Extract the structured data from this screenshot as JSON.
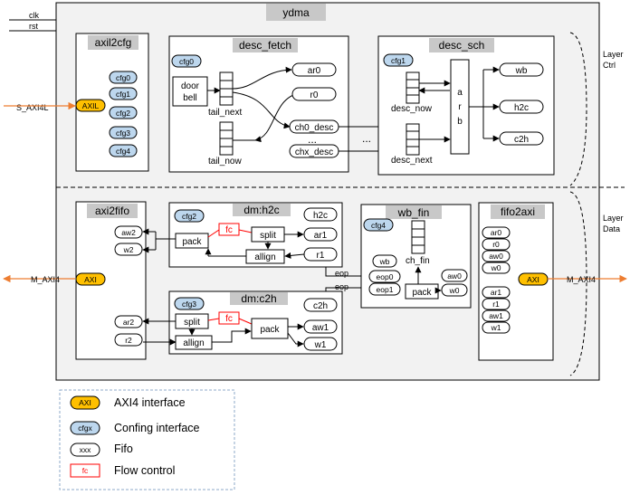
{
  "signals": {
    "clk": "clk",
    "rst": "rst"
  },
  "top_block": {
    "title": "ydma"
  },
  "layers": {
    "ctrl": [
      "Layer",
      "Ctrl"
    ],
    "data": [
      "Layer",
      "Data"
    ]
  },
  "ports": {
    "s_axi4l": "S_AXI4L",
    "m_axi4_left": "M_AXI4",
    "m_axi4_right": "M_AXI4"
  },
  "axil2cfg": {
    "title": "axil2cfg",
    "interface": "AXIL",
    "cfgs": [
      "cfg0",
      "cfg1",
      "cfg2",
      "cfg3",
      "cfg4"
    ]
  },
  "desc_fetch": {
    "title": "desc_fetch",
    "cfg": "cfg0",
    "door_bell": [
      "door",
      "bell"
    ],
    "tail_next": "tail_next",
    "tail_now": "tail_now",
    "fifos": [
      "ar0",
      "r0",
      "ch0_desc",
      "chx_desc"
    ],
    "ellipsis": "..."
  },
  "desc_sch": {
    "title": "desc_sch",
    "cfg": "cfg1",
    "desc_now": "desc_now",
    "desc_next": "desc_next",
    "arb": [
      "a",
      "r",
      "b"
    ],
    "outputs": [
      "wb",
      "h2c",
      "c2h"
    ],
    "ellipsis": "..."
  },
  "axi2fifo": {
    "title": "axi2fifo",
    "fifos": [
      "aw2",
      "w2",
      "ar2",
      "r2"
    ]
  },
  "dm_h2c": {
    "title": "dm:h2c",
    "cfg": "cfg2",
    "fc": "fc",
    "pack": "pack",
    "split": "split",
    "allign": "allign",
    "fifos": [
      "h2c",
      "ar1",
      "r1"
    ]
  },
  "dm_c2h": {
    "title": "dm:c2h",
    "cfg": "cfg3",
    "fc": "fc",
    "split": "split",
    "allign": "allign",
    "pack": "pack",
    "fifos": [
      "c2h",
      "aw1",
      "w1"
    ]
  },
  "eop_labels": [
    "eop",
    "eop"
  ],
  "wb_fin": {
    "title": "wb_fin",
    "cfg": "cfg4",
    "ch_fin": "ch_fin",
    "pack": "pack",
    "fifos": [
      "wb",
      "eop0",
      "eop1",
      "aw0",
      "w0"
    ]
  },
  "fifo2axi": {
    "title": "fifo2axi",
    "interface": "AXI",
    "fifos": [
      "ar0",
      "r0",
      "aw0",
      "w0",
      "ar1",
      "r1",
      "aw1",
      "w1"
    ]
  },
  "axi_left": "AXI",
  "legend": {
    "items": [
      {
        "symbol": "AXI",
        "label": "AXI4 interface"
      },
      {
        "symbol": "cfgx",
        "label": "Confing interface"
      },
      {
        "symbol": "xxx",
        "label": "Fifo"
      },
      {
        "symbol": "fc",
        "label": "Flow control"
      }
    ]
  },
  "colors": {
    "axi_fill": "#ffc000",
    "cfg_fill": "#bdd7ee",
    "fc_stroke": "#ff0000",
    "header_fill": "#c8c8c8",
    "block_fill": "#f2f2f2",
    "port_line": "#ed7d31"
  }
}
